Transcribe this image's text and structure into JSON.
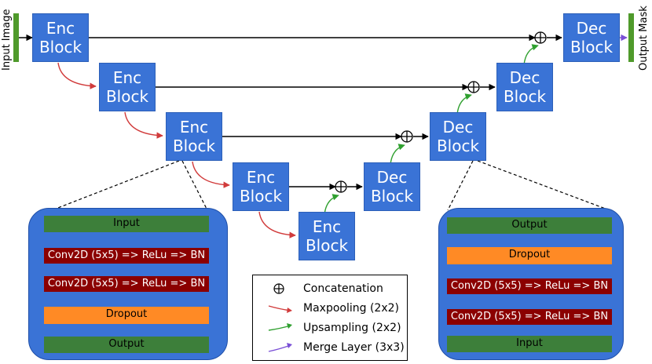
{
  "input_label": "Input Image",
  "output_label": "Output Mask",
  "enc_blocks": [
    {
      "line1": "Enc",
      "line2": "Block"
    },
    {
      "line1": "Enc",
      "line2": "Block"
    },
    {
      "line1": "Enc",
      "line2": "Block"
    },
    {
      "line1": "Enc",
      "line2": "Block"
    },
    {
      "line1": "Enc",
      "line2": "Block"
    }
  ],
  "dec_blocks": [
    {
      "line1": "Dec",
      "line2": "Block"
    },
    {
      "line1": "Dec",
      "line2": "Block"
    },
    {
      "line1": "Dec",
      "line2": "Block"
    },
    {
      "line1": "Dec",
      "line2": "Block"
    }
  ],
  "enc_detail": [
    "Input",
    "Conv2D (5x5) => ReLu => BN",
    "Conv2D (5x5) => ReLu => BN",
    "Dropout",
    "Output"
  ],
  "dec_detail": [
    "Output",
    "Dropout",
    "Conv2D (5x5) => ReLu => BN",
    "Conv2D (5x5) => ReLu => BN",
    "Input"
  ],
  "legend": {
    "concat": "Concatenation",
    "maxpool": "Maxpooling (2x2)",
    "upsample": "Upsampling (2x2)",
    "merge": "Merge Layer (3x3)"
  },
  "colors": {
    "block": "#3a73d6",
    "maxpool_arrow": "#d13b3b",
    "upsample_arrow": "#2fa02f",
    "merge_arrow": "#7a4fd6",
    "io_bar": "#4f9a2b"
  }
}
